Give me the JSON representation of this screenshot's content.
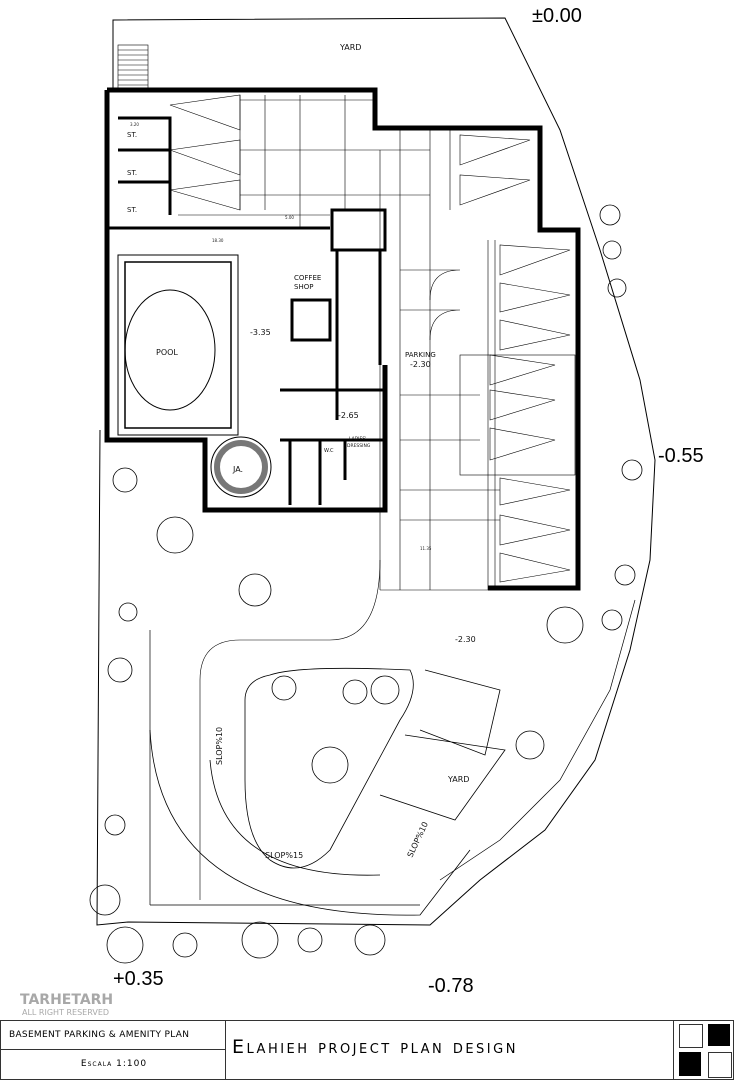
{
  "levels": {
    "top": "±0.00",
    "right": "-0.55",
    "bottom_left": "+0.35",
    "bottom": "-0.78",
    "court": "-2.30"
  },
  "rooms": {
    "yard_top": "YARD",
    "storage": [
      "ST.",
      "ST.",
      "ST."
    ],
    "coffee_shop_1": "COFFEE",
    "coffee_shop_2": "SHOP",
    "pool": "POOL",
    "pool_level": "-3.35",
    "parking": "PARKING",
    "parking_level": "-2.30",
    "lobby_level": "-2.65",
    "wc": "W.C",
    "ladies_1": "LADIES'",
    "ladies_2": "DRESSING",
    "jacuzzi": "JA.",
    "yard_bottom": "YARD"
  },
  "slopes": {
    "left": "SLOP%10",
    "bottom": "SLOP%15",
    "right": "SLOP%10"
  },
  "dimensions": {
    "hall_width": "18.30",
    "parking_depth": "5.00",
    "lower_width": "11.35",
    "st_width": "3.20"
  },
  "title_block": {
    "plan_name": "BASEMENT PARKING & AMENITY PLAN",
    "scale": "Escala 1:100",
    "project_title": "Elahieh project plan design",
    "watermark_1": "TARHETARH",
    "watermark_2": "ALL RIGHT RESERVED"
  }
}
